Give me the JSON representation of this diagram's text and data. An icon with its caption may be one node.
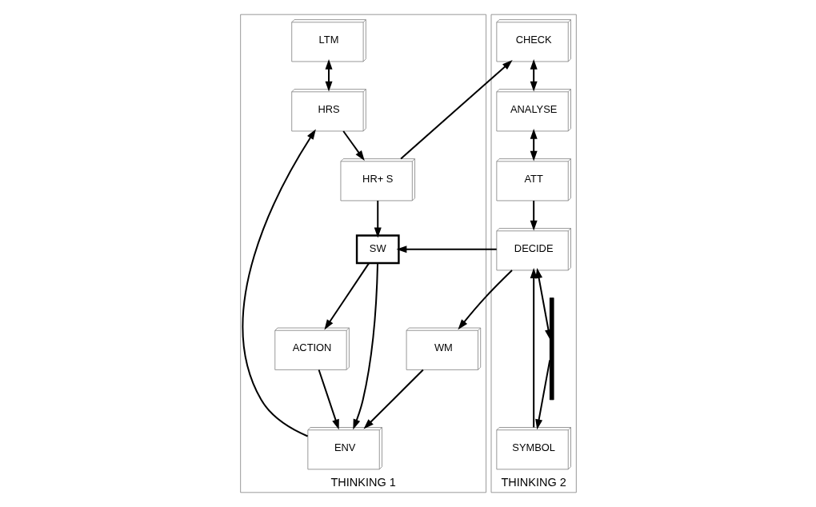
{
  "diagram": {
    "nodes": [
      {
        "text": [
          "THINKING 1"
        ]
      },
      {
        "text": [
          "LTM"
        ],
        "in": 0
      },
      {
        "text": [
          "HR+ S"
        ],
        "in": 0
      },
      {
        "text": [
          "HRS"
        ],
        "in": 0
      },
      {
        "text": [
          "SW"
        ],
        "in": 0
      },
      {
        "text": [
          "ENV"
        ],
        "in": 0
      },
      {
        "text": [
          "ACTION"
        ],
        "in": 0
      },
      {
        "text": [
          "WM"
        ],
        "in": 0
      },
      {
        "text": [
          "THINKING 2"
        ]
      },
      {
        "text": [
          "CHECK"
        ],
        "in": 8
      },
      {
        "text": [
          "ANALYSE"
        ],
        "in": 8
      },
      {
        "text": [
          "SYMBOL"
        ],
        "in": 8
      },
      {
        "text": [
          "ATT"
        ],
        "in": 8
      },
      {
        "text": [
          "DECIDE"
        ],
        "in": 8
      },
      {
        "text": [],
        "shape": "bar",
        "in": 8
      }
    ],
    "edges": [
      {
        "from": 1,
        "to": 3,
        "arrow": "both"
      },
      {
        "from": 3,
        "to": 2,
        "arrow": "to"
      },
      {
        "from": 2,
        "to": 9,
        "arrow": "to"
      },
      {
        "from": 2,
        "to": 4,
        "arrow": "to"
      },
      {
        "from": 4,
        "to": 6,
        "arrow": "to"
      },
      {
        "from": 4,
        "to": 5,
        "arrow": "to"
      },
      {
        "from": 6,
        "to": 5,
        "arrow": "to"
      },
      {
        "from": 5,
        "to": 3,
        "arrow": "to"
      },
      {
        "from": 7,
        "to": 5,
        "arrow": "to"
      },
      {
        "from": 13,
        "to": 7,
        "arrow": "to"
      },
      {
        "from": 13,
        "to": 4,
        "arrow": "to"
      },
      {
        "from": 9,
        "to": 10,
        "arrow": "both"
      },
      {
        "from": 10,
        "to": 12,
        "arrow": "both"
      },
      {
        "from": 12,
        "to": 13,
        "arrow": "to"
      },
      {
        "from": 14,
        "to": 11,
        "arrow": "to"
      },
      {
        "from": 13,
        "to": 14,
        "arrow": "both"
      },
      {
        "from": 11,
        "to": 13,
        "arrow": "to"
      }
    ]
  }
}
